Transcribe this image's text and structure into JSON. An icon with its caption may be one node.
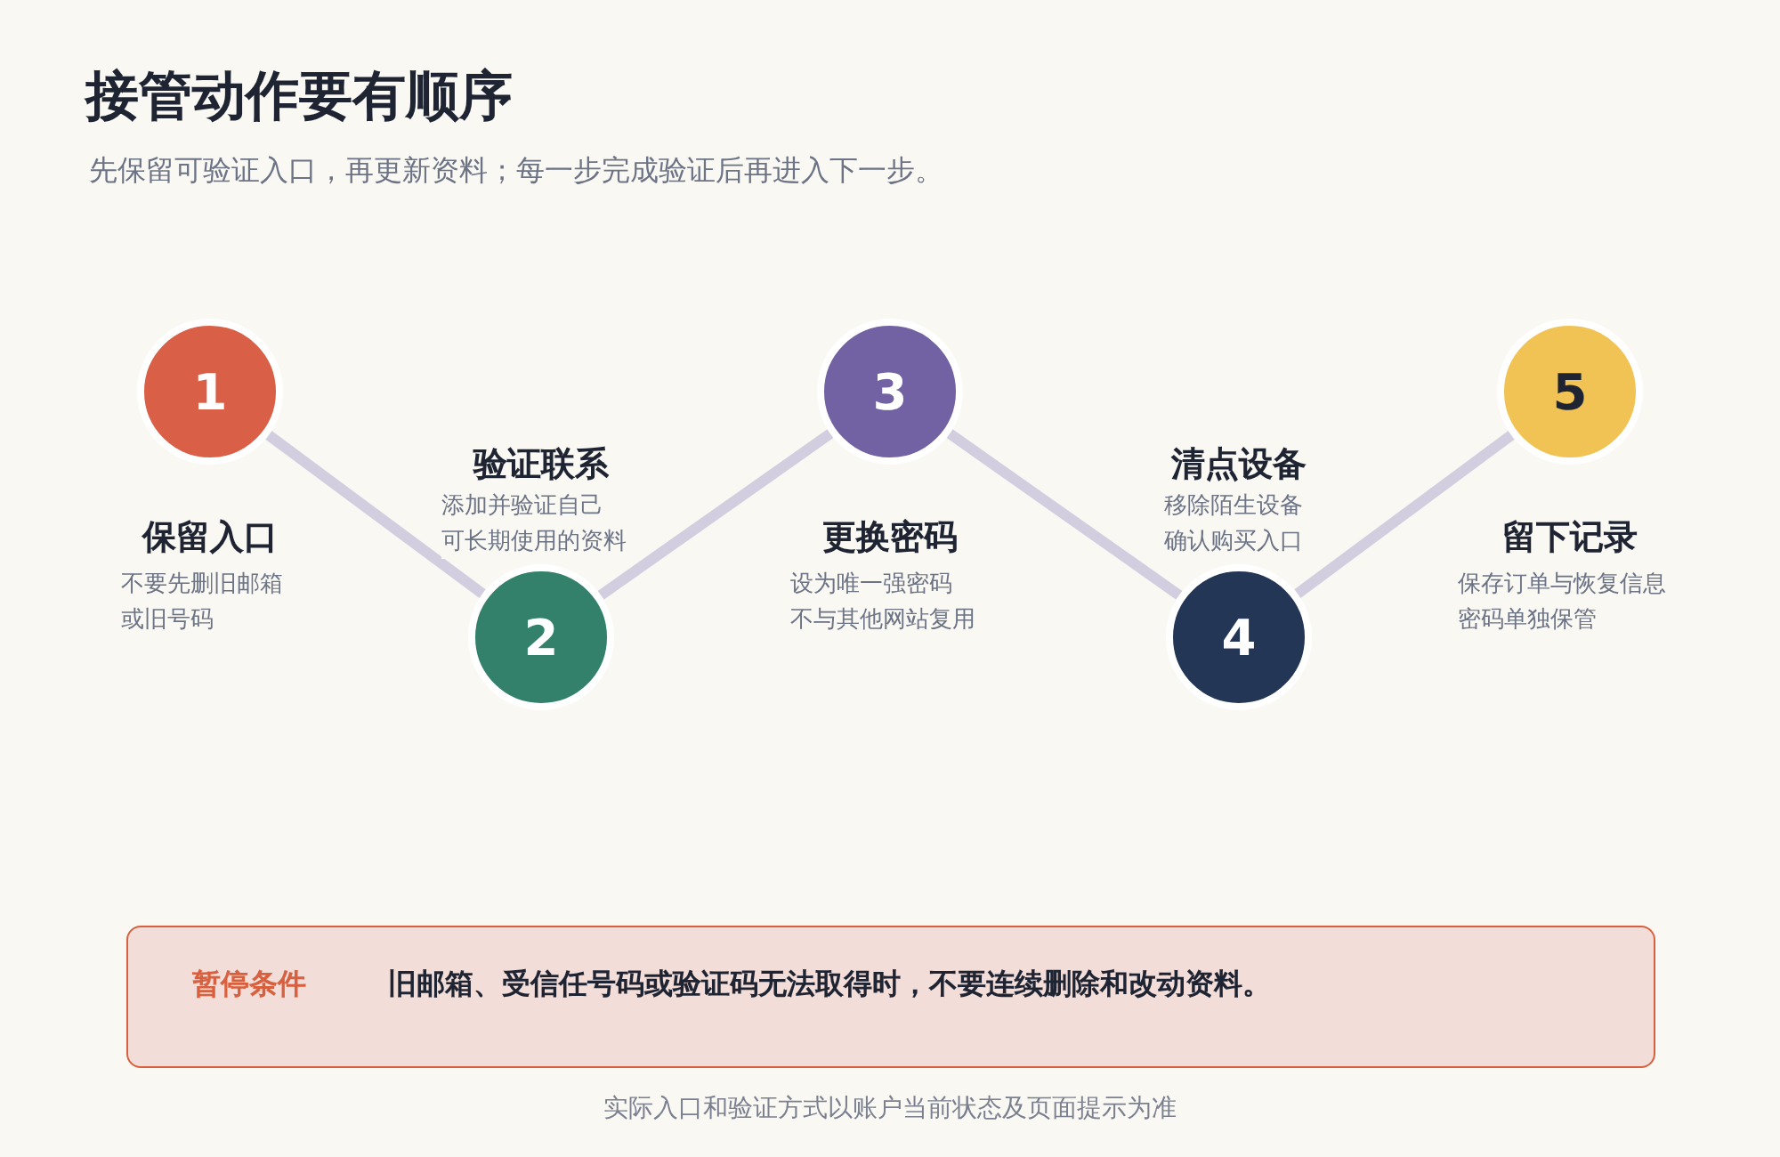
{
  "diagram": {
    "title": "接管动作要有顺序",
    "caption": "实际入口和验证方式以账户当前状态及页面提示为准",
    "labels": [
      "先保留可验证入口，再更新资料；每一步完成验证后再进入下一步。"
    ],
    "nodes": [
      {
        "text": [
          "1"
        ],
        "beside": [
          "保留入口",
          "不要先删旧邮箱",
          "或旧号码"
        ]
      },
      {
        "text": [
          "2"
        ],
        "beside": [
          "验证联系",
          "添加并验证自己",
          "可长期使用的资料"
        ]
      },
      {
        "text": [
          "3"
        ],
        "beside": [
          "更换密码",
          "设为唯一强密码",
          "不与其他网站复用"
        ]
      },
      {
        "text": [
          "4"
        ],
        "beside": [
          "清点设备",
          "移除陌生设备",
          "确认购买入口"
        ]
      },
      {
        "text": [
          "5"
        ],
        "beside": [
          "留下记录",
          "保存订单与恢复信息",
          "密码单独保管"
        ]
      },
      {
        "text": [
          "暂停条件",
          "旧邮箱、受信任号码或验证码无法取得时，不要连续删除和改动资料。"
        ]
      }
    ],
    "edges": [
      {
        "from": 0,
        "to": 1,
        "arrow": "none"
      },
      {
        "from": 1,
        "to": 2,
        "arrow": "none"
      },
      {
        "from": 2,
        "to": 3,
        "arrow": "none"
      },
      {
        "from": 3,
        "to": 4,
        "arrow": "none"
      }
    ]
  }
}
